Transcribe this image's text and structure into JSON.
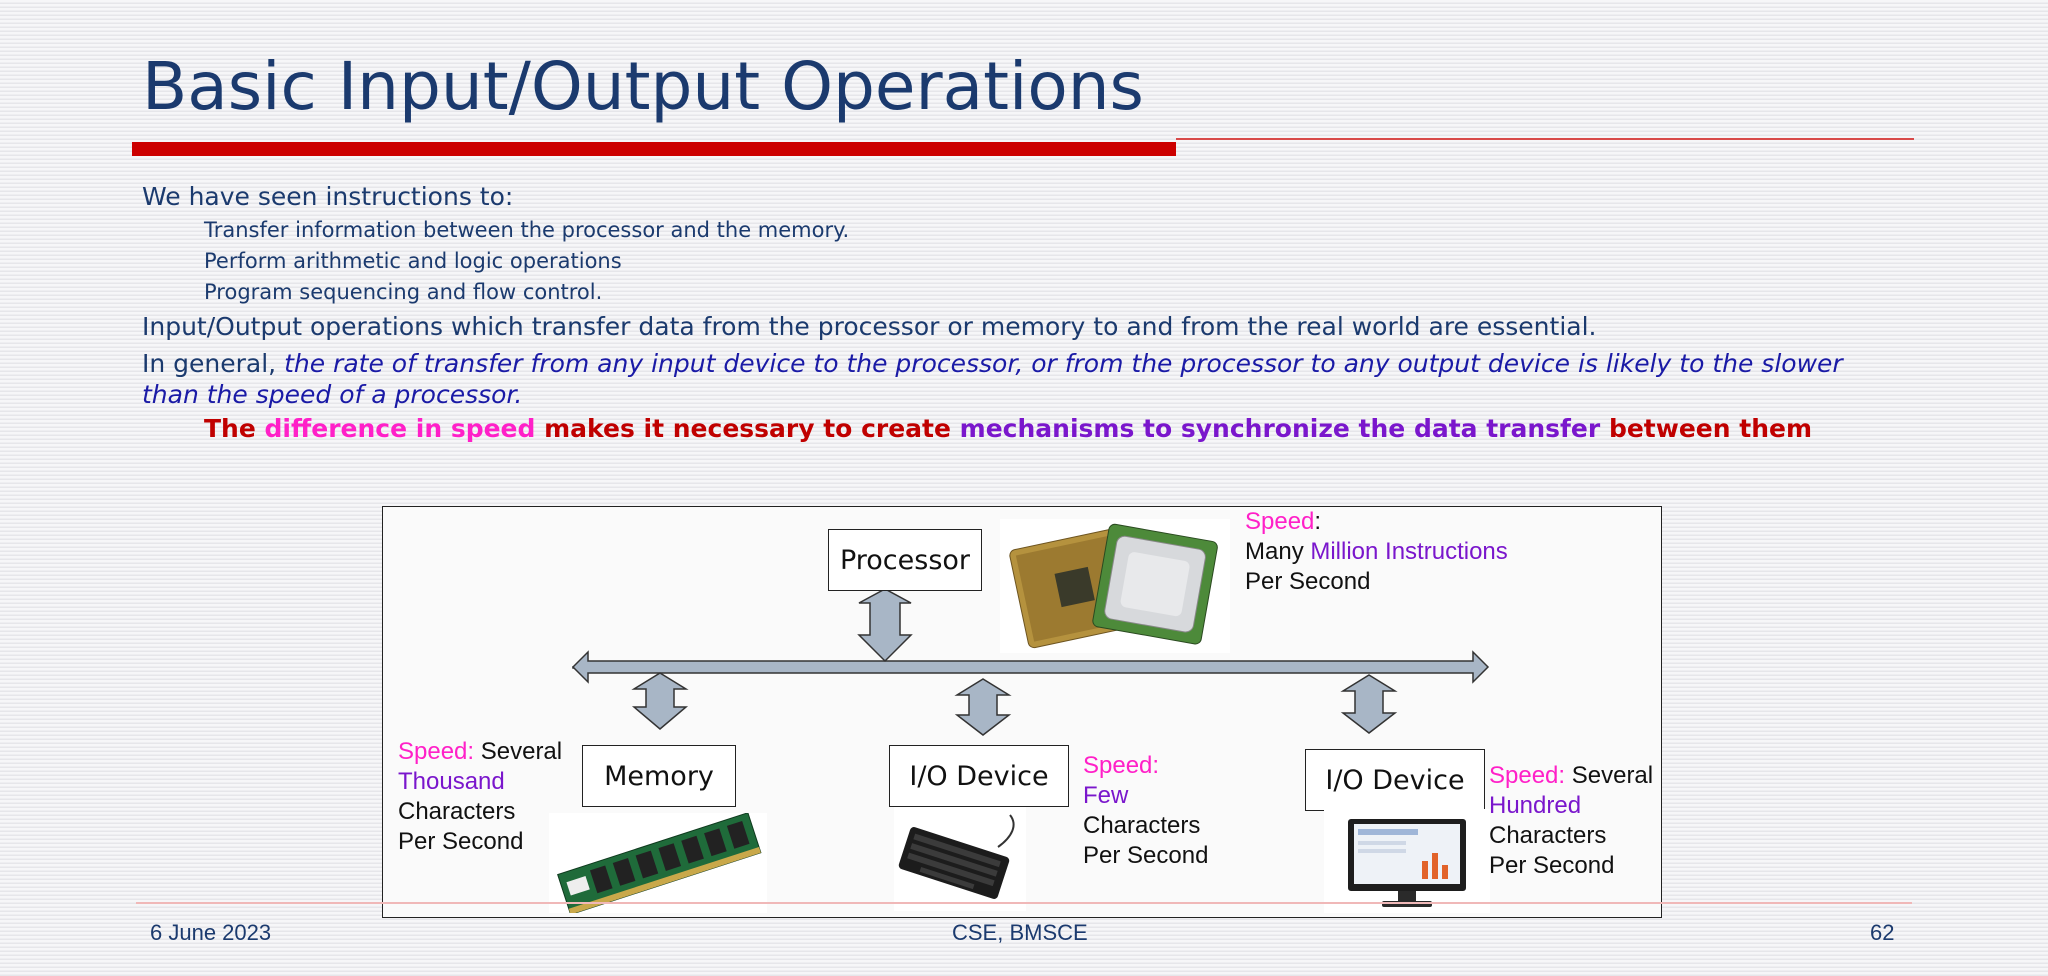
{
  "slide": {
    "title": "Basic Input/Output Operations",
    "bullets": {
      "intro": "We have seen instructions to:",
      "sub": [
        "Transfer information between the processor and the memory.",
        "Perform arithmetic and logic operations",
        "Program sequencing and flow control."
      ],
      "io": "Input/Output operations which transfer data from the processor or memory to and from the real world are essential.",
      "general_prefix": "In general, ",
      "general_italic": "the rate of transfer from any input device to the processor, or from the processor to any output device is likely to the slower than the speed of a processor."
    },
    "sync_line": {
      "p1": "The ",
      "p2": "difference in speed",
      "p3": " makes it necessary to create ",
      "p4": "mechanisms to synchronize the data transfer",
      "p5": " between them"
    }
  },
  "diagram": {
    "processor": {
      "label": "Processor",
      "speed_word": "Speed",
      "colon": ":",
      "line1_a": "Many ",
      "line1_b": "Million Instructions",
      "line2": "Per Second"
    },
    "memory": {
      "label": "Memory",
      "speed_word": "Speed: ",
      "line1_rest": "Several",
      "line2": "Thousand",
      "line3": "Characters",
      "line4": "Per Second"
    },
    "io1": {
      "label": "I/O Device",
      "speed_word": "Speed:",
      "line2": "Few",
      "line3": "Characters",
      "line4": "Per Second"
    },
    "io2": {
      "label": "I/O Device",
      "speed_word": "Speed: ",
      "line1_rest": "Several",
      "line2": "Hundred",
      "line3": "Characters",
      "line4": "Per Second"
    },
    "colors": {
      "bus_fill": "#a8b6c6",
      "speed_pink": "#ff20c8",
      "speed_purple": "#7a16cc"
    },
    "icons": [
      "cpu-chips-image",
      "ram-stick-image",
      "keyboard-image",
      "monitor-image"
    ]
  },
  "footer": {
    "date": "6 June 2023",
    "center": "CSE, BMSCE",
    "page": "62"
  }
}
